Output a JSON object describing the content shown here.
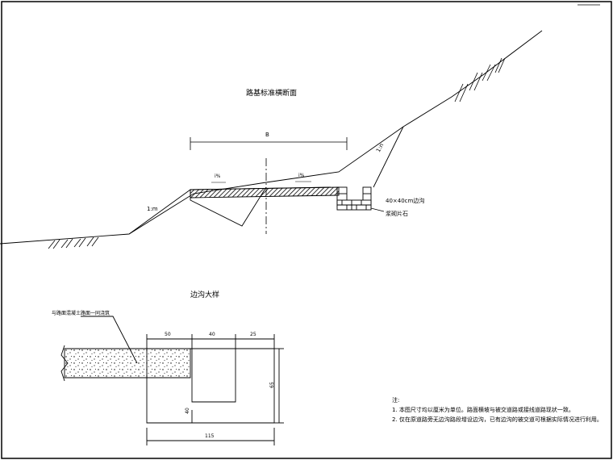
{
  "section": {
    "title": "路基标准横断面",
    "width_label": "B",
    "slope_left": "1:m",
    "slope_right": "1:n",
    "crossfall_left": "i%",
    "crossfall_right": "i%",
    "ditch_label_1": "40×40cm边沟",
    "ditch_label_2": "浆砌片石"
  },
  "detail": {
    "title": "边沟大样",
    "callout": "与路面混凝土路面一同浇筑",
    "dim_top": [
      "50",
      "40",
      "25"
    ],
    "dim_side": "65",
    "dim_inner": "40",
    "dim_bottom": "115"
  },
  "notes": {
    "heading": "注:",
    "items": [
      "1. 本图尺寸均以厘米为单位。路面横坡与被交道路或接线道路现状一致。",
      "2. 仅在原道路旁无边沟路段增设边沟，已有边沟的被交道可根据实际情况进行利用。"
    ]
  },
  "colors": {
    "line": "#000000",
    "hatch": "#000000",
    "background": "#ffffff"
  }
}
